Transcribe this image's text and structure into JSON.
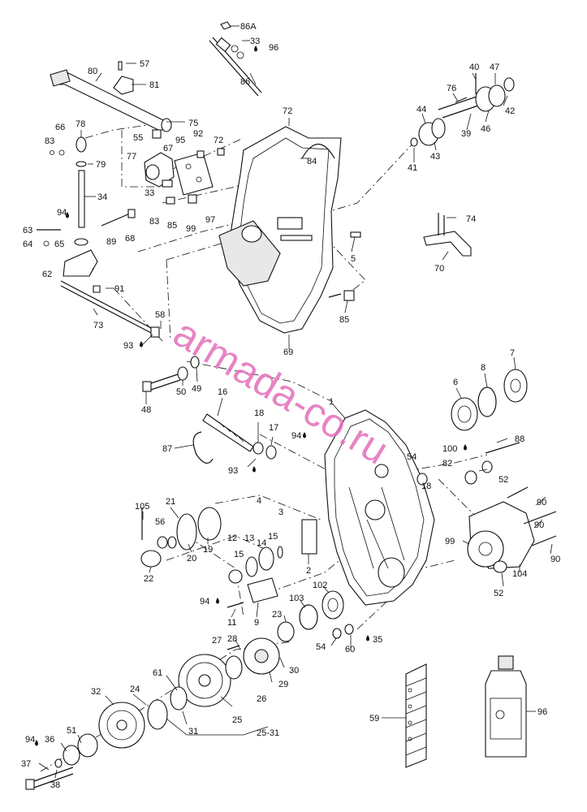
{
  "watermark": "armada-co.ru",
  "callouts": [
    {
      "id": "c86a",
      "text": "86A"
    },
    {
      "id": "c33a",
      "text": "33"
    },
    {
      "id": "c96a",
      "text": "96"
    },
    {
      "id": "c86",
      "text": "86"
    },
    {
      "id": "c80",
      "text": "80"
    },
    {
      "id": "c57",
      "text": "57"
    },
    {
      "id": "c81",
      "text": "81"
    },
    {
      "id": "c40",
      "text": "40"
    },
    {
      "id": "c47",
      "text": "47"
    },
    {
      "id": "c76",
      "text": "76"
    },
    {
      "id": "c42",
      "text": "42"
    },
    {
      "id": "c44",
      "text": "44"
    },
    {
      "id": "c39",
      "text": "39"
    },
    {
      "id": "c46",
      "text": "46"
    },
    {
      "id": "c43",
      "text": "43"
    },
    {
      "id": "c41",
      "text": "41"
    },
    {
      "id": "c72a",
      "text": "72"
    },
    {
      "id": "c84",
      "text": "84"
    },
    {
      "id": "c78",
      "text": "78"
    },
    {
      "id": "c75",
      "text": "75"
    },
    {
      "id": "c66",
      "text": "66"
    },
    {
      "id": "c55",
      "text": "55"
    },
    {
      "id": "c92",
      "text": "92"
    },
    {
      "id": "c72b",
      "text": "72"
    },
    {
      "id": "c95",
      "text": "95"
    },
    {
      "id": "c83a",
      "text": "83"
    },
    {
      "id": "c77",
      "text": "77"
    },
    {
      "id": "c67",
      "text": "67"
    },
    {
      "id": "c79",
      "text": "79"
    },
    {
      "id": "c34",
      "text": "34"
    },
    {
      "id": "c33b",
      "text": "33"
    },
    {
      "id": "c83b",
      "text": "83"
    },
    {
      "id": "c85a",
      "text": "85"
    },
    {
      "id": "c99a",
      "text": "99"
    },
    {
      "id": "c97",
      "text": "97"
    },
    {
      "id": "c94a",
      "text": "94"
    },
    {
      "id": "c63",
      "text": "63"
    },
    {
      "id": "c89",
      "text": "89"
    },
    {
      "id": "c68",
      "text": "68"
    },
    {
      "id": "c64",
      "text": "64"
    },
    {
      "id": "c65",
      "text": "65"
    },
    {
      "id": "c74",
      "text": "74"
    },
    {
      "id": "c5",
      "text": "5"
    },
    {
      "id": "c62",
      "text": "62"
    },
    {
      "id": "c91",
      "text": "91"
    },
    {
      "id": "c70",
      "text": "70"
    },
    {
      "id": "c58",
      "text": "58"
    },
    {
      "id": "c73",
      "text": "73"
    },
    {
      "id": "c85b",
      "text": "85"
    },
    {
      "id": "c93a",
      "text": "93"
    },
    {
      "id": "c69",
      "text": "69"
    },
    {
      "id": "c7",
      "text": "7"
    },
    {
      "id": "c8",
      "text": "8"
    },
    {
      "id": "c6",
      "text": "6"
    },
    {
      "id": "c50",
      "text": "50"
    },
    {
      "id": "c49",
      "text": "49"
    },
    {
      "id": "c48",
      "text": "48"
    },
    {
      "id": "c16",
      "text": "16"
    },
    {
      "id": "c1",
      "text": "1"
    },
    {
      "id": "c18a",
      "text": "18"
    },
    {
      "id": "c17",
      "text": "17"
    },
    {
      "id": "c94b",
      "text": "94"
    },
    {
      "id": "c88",
      "text": "88"
    },
    {
      "id": "c87",
      "text": "87"
    },
    {
      "id": "c93b",
      "text": "93"
    },
    {
      "id": "c54a",
      "text": "54"
    },
    {
      "id": "c100",
      "text": "100"
    },
    {
      "id": "c82",
      "text": "82"
    },
    {
      "id": "c18b",
      "text": "18"
    },
    {
      "id": "c52a",
      "text": "52"
    },
    {
      "id": "c4",
      "text": "4"
    },
    {
      "id": "c3",
      "text": "3"
    },
    {
      "id": "c90a",
      "text": "90"
    },
    {
      "id": "c90b",
      "text": "90"
    },
    {
      "id": "c90c",
      "text": "90"
    },
    {
      "id": "c105",
      "text": "105"
    },
    {
      "id": "c21",
      "text": "21"
    },
    {
      "id": "c56",
      "text": "56"
    },
    {
      "id": "c12",
      "text": "12"
    },
    {
      "id": "c13",
      "text": "13"
    },
    {
      "id": "c14",
      "text": "14"
    },
    {
      "id": "c15a",
      "text": "15"
    },
    {
      "id": "c15b",
      "text": "15"
    },
    {
      "id": "c20",
      "text": "20"
    },
    {
      "id": "c19",
      "text": "19"
    },
    {
      "id": "c22",
      "text": "22"
    },
    {
      "id": "c2",
      "text": "2"
    },
    {
      "id": "c99b",
      "text": "99"
    },
    {
      "id": "c104",
      "text": "104"
    },
    {
      "id": "c52b",
      "text": "52"
    },
    {
      "id": "c94c",
      "text": "94"
    },
    {
      "id": "c11",
      "text": "11"
    },
    {
      "id": "c9",
      "text": "9"
    },
    {
      "id": "c103",
      "text": "103"
    },
    {
      "id": "c102",
      "text": "102"
    },
    {
      "id": "c23",
      "text": "23"
    },
    {
      "id": "c27",
      "text": "27"
    },
    {
      "id": "c28",
      "text": "28"
    },
    {
      "id": "c54b",
      "text": "54"
    },
    {
      "id": "c60",
      "text": "60"
    },
    {
      "id": "c35",
      "text": "35"
    },
    {
      "id": "c30",
      "text": "30"
    },
    {
      "id": "c61",
      "text": "61"
    },
    {
      "id": "c29",
      "text": "29"
    },
    {
      "id": "c32",
      "text": "32"
    },
    {
      "id": "c24",
      "text": "24"
    },
    {
      "id": "c26",
      "text": "26"
    },
    {
      "id": "c25",
      "text": "25"
    },
    {
      "id": "c31",
      "text": "31"
    },
    {
      "id": "c2531",
      "text": "25-31"
    },
    {
      "id": "c59",
      "text": "59"
    },
    {
      "id": "c96b",
      "text": "96"
    },
    {
      "id": "c51",
      "text": "51"
    },
    {
      "id": "c94d",
      "text": "94"
    },
    {
      "id": "c36",
      "text": "36"
    },
    {
      "id": "c37",
      "text": "37"
    },
    {
      "id": "c38",
      "text": "38"
    }
  ]
}
